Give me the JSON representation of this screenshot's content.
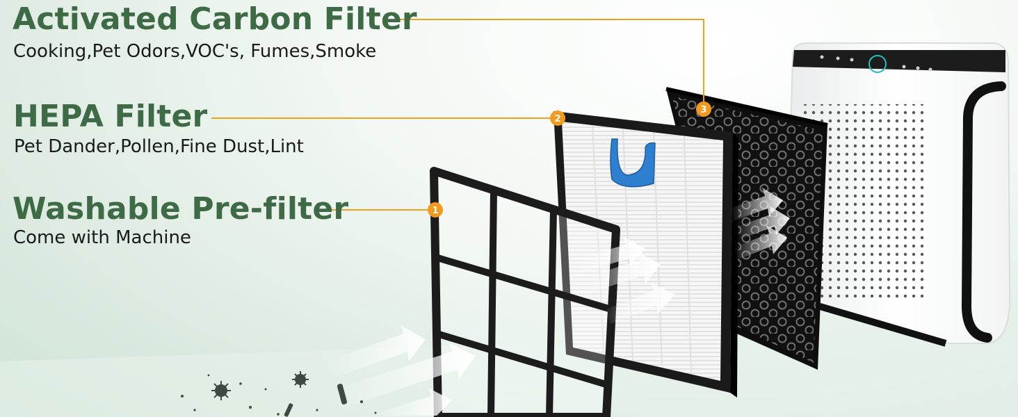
{
  "filters": [
    {
      "number": "3",
      "title": "Activated Carbon Filter",
      "description": "Cooking,Pet Odors,VOC's, Fumes,Smoke"
    },
    {
      "number": "2",
      "title": "HEPA Filter",
      "description": "Pet Dander,Pollen,Fine Dust,Lint"
    },
    {
      "number": "1",
      "title": "Washable Pre-filter",
      "description": "Come with Machine"
    }
  ],
  "colors": {
    "title_green": "#3e6a45",
    "leader_orange": "#f0a020",
    "badge_orange": "#f39a1e",
    "frame_black": "#1c1c1c",
    "pull_tab_blue": "#2f7fd0"
  },
  "icons": [
    "air-flow-arrow-icon",
    "particle-icon",
    "control-panel-icon"
  ]
}
